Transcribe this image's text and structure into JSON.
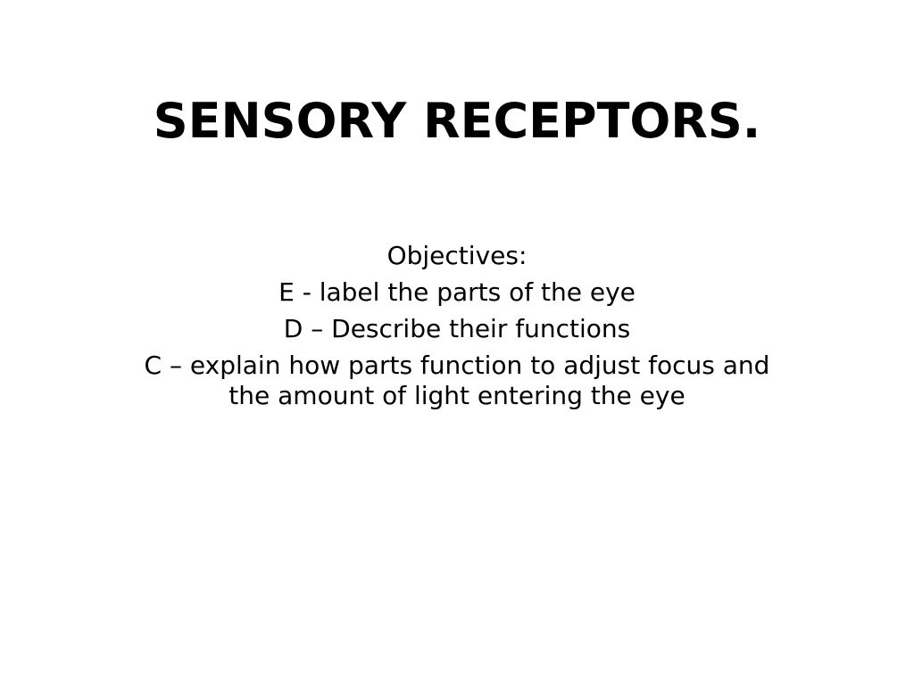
{
  "slide": {
    "title": "SENSORY RECEPTORS.",
    "lines": [
      "Objectives:",
      "E -  label the parts of the eye",
      "D – Describe their functions",
      "C – explain how parts function to adjust focus and the amount of light entering the eye"
    ]
  }
}
